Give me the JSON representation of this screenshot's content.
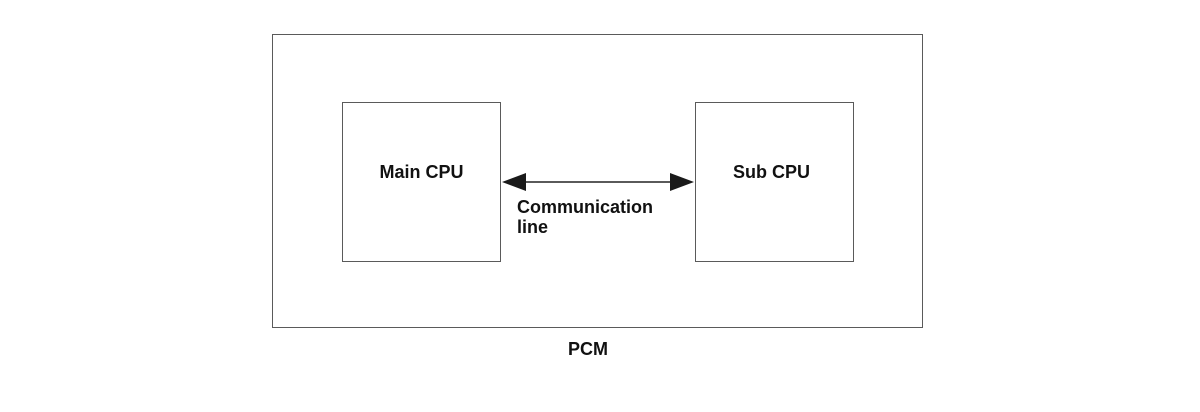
{
  "diagram": {
    "container": {
      "label": "PCM"
    },
    "nodes": [
      {
        "id": "main",
        "label": "Main CPU"
      },
      {
        "id": "sub",
        "label": "Sub CPU"
      }
    ],
    "connection": {
      "from": "main",
      "to": "sub",
      "direction": "bidirectional",
      "label_line1": "Communication",
      "label_line2": "line"
    }
  }
}
